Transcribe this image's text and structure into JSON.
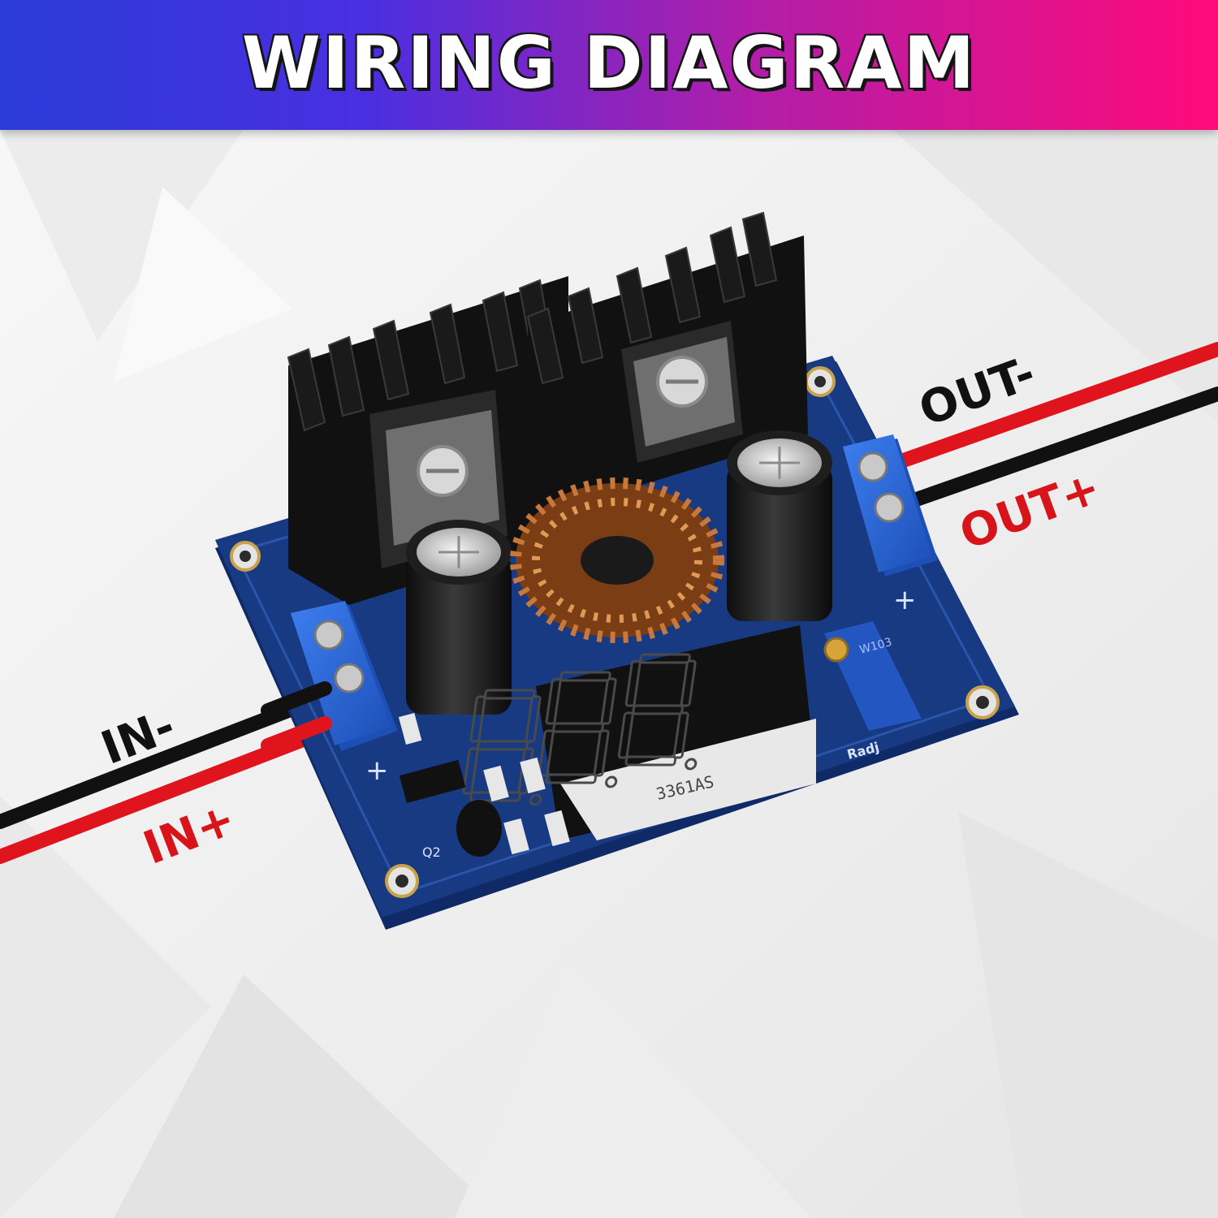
{
  "header": {
    "title": "WIRING DIAGRAM"
  },
  "labels": {
    "in_minus": "IN-",
    "in_plus": "IN+",
    "out_minus": "OUT-",
    "out_plus": "OUT+"
  },
  "board": {
    "display_part_number": "3361AS",
    "display_value": "8.8.8.",
    "transistor_label": "Q2",
    "pot_label": "Radj",
    "pot_marking": "W103",
    "plus_mark": "+"
  },
  "colors": {
    "banner_left": "#2a3bd8",
    "banner_right": "#ff0a7a",
    "pcb": "#173a82",
    "wire_red": "#e0141c",
    "wire_black": "#111111",
    "terminal": "#2a64d8",
    "copper": "#b8662e"
  },
  "icons": {
    "heatsink": "heatsink-icon",
    "capacitor": "capacitor-icon",
    "inductor": "toroid-inductor-icon",
    "terminal": "screw-terminal-icon",
    "display": "seven-segment-display-icon",
    "potentiometer": "trimmer-potentiometer-icon"
  }
}
